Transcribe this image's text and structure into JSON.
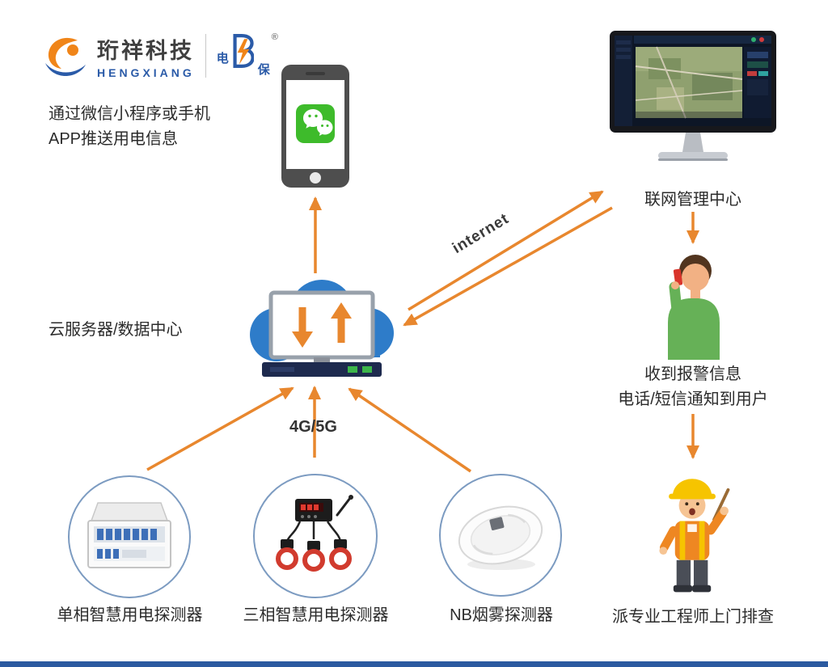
{
  "colors": {
    "arrow_orange": "#E8872E",
    "cloud_blue": "#2E7CC9",
    "brand_blue": "#2B5BA8",
    "bottom_bar_blue": "#2C5AA0",
    "wechat_green": "#3EBB2B"
  },
  "logo": {
    "company_cn": "珩祥科技",
    "company_en": "HENGXIANG",
    "mark_prefix": "电",
    "mark_suffix": "保",
    "registered": "®"
  },
  "nodes": {
    "app_push": {
      "label": "通过微信小程序或手机\nAPP推送用电信息"
    },
    "management_center": {
      "label": "联网管理中心"
    },
    "cloud_server": {
      "label": "云服务器/数据中心"
    },
    "alarm_notice": {
      "label": "收到报警信息\n电话/短信通知到用户"
    },
    "engineer": {
      "label": "派专业工程师上门排查"
    },
    "detector_single": {
      "label": "单相智慧用电探测器"
    },
    "detector_three": {
      "label": "三相智慧用电探测器"
    },
    "detector_smoke": {
      "label": "NB烟雾探测器"
    }
  },
  "edges": {
    "internet": {
      "label": "internet"
    },
    "cellular": {
      "label": "4G/5G"
    }
  },
  "icons": {
    "wechat_phone": "smartphone-with-wechat-bubbles",
    "management_monitor": "desktop-monitor-with-map",
    "cloud_server": "blue-cloud-with-monitor-and-arrows",
    "user_on_phone": "person-answering-red-phone",
    "engineer": "worker-with-yellow-hardhat",
    "single_phase_detector": "white-distribution-box",
    "three_phase_detector": "meter-with-ct-clamps-antenna",
    "smoke_detector": "round-white-smoke-detector"
  }
}
